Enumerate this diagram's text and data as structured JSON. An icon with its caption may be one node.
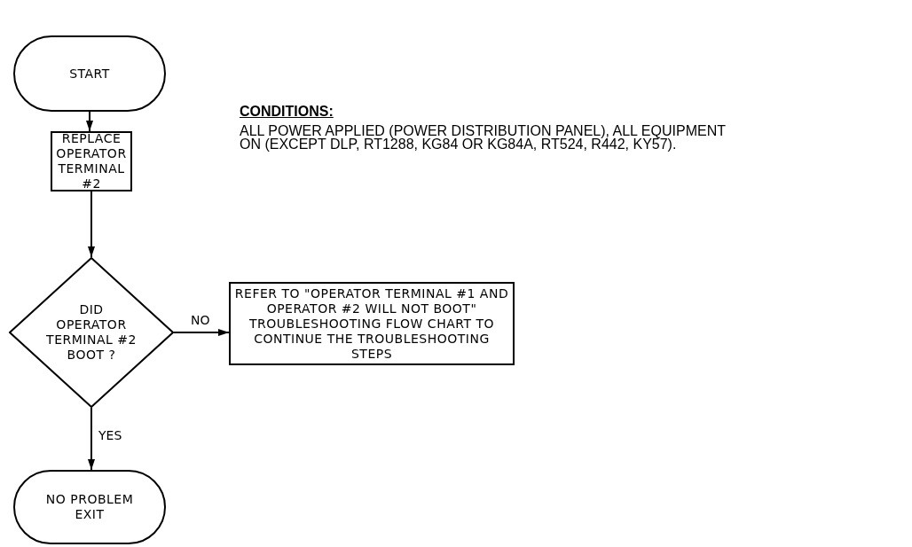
{
  "diagram": {
    "nodes": [
      {
        "text": [
          "START"
        ]
      },
      {
        "text": [
          "REPLACE OPERATOR TERMINAL #2"
        ]
      },
      {
        "text": [
          "DID OPERATOR TERMINAL #2 BOOT ?"
        ]
      },
      {
        "text": [
          "REFER TO \"OPERATOR TERMINAL #1 AND OPERATOR #2 WILL NOT BOOT\" TROUBLESHOOTING FLOW CHART TO CONTINUE THE TROUBLESHOOTING STEPS"
        ]
      },
      {
        "text": [
          "NO PROBLEM EXIT"
        ]
      }
    ],
    "edges": [
      {
        "from": 0,
        "to": 1,
        "arrow": "to"
      },
      {
        "from": 1,
        "to": 2,
        "arrow": "to"
      },
      {
        "from": 2,
        "to": 3,
        "arrow": "to",
        "label": "NO"
      },
      {
        "from": 2,
        "to": 4,
        "arrow": "to",
        "label": "YES"
      }
    ],
    "labels": [
      "CONDITIONS:",
      "ALL POWER APPLIED (POWER DISTRIBUTION PANEL), ALL EQUIPMENT ON (EXCEPT DLP, RT1288, KG84 OR KG84A, RT524, R442, KY57)."
    ]
  }
}
